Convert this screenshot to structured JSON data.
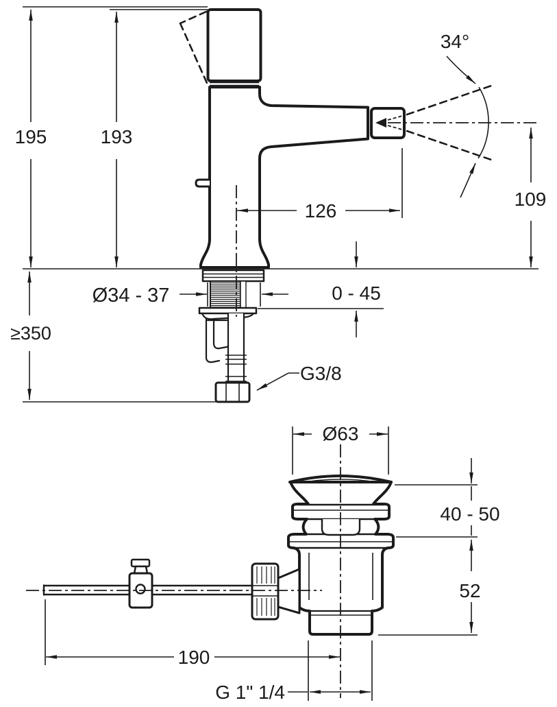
{
  "meta": {
    "drawing_type": "technical dimensional drawing",
    "subject": "bidet single-lever mixer with pop-up waste"
  },
  "colors": {
    "line": "#1b1b1d",
    "background": "#ffffff"
  },
  "views": {
    "faucet_side": {
      "dims": {
        "overall_height": "195",
        "body_height": "193",
        "handle_swing_angle": "34°",
        "spout_outlet_height": "109",
        "spout_reach": "126",
        "deck_thickness": "0 - 45",
        "hole_diameter": "Ø34 - 37",
        "min_clearance_below": "≥350",
        "inlet_thread": "G3/8"
      }
    },
    "waste_assembly": {
      "dims": {
        "plug_diameter": "Ø63",
        "deck_range": "40 - 50",
        "under_body_height": "52",
        "rod_length": "190",
        "outlet_thread": "G 1\" 1/4"
      }
    }
  }
}
